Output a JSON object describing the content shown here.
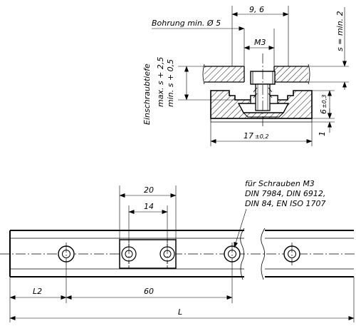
{
  "section_view": {
    "dim_head_width": "9, 6",
    "dim_thread": "M3",
    "bore_label": "Bohrung min. Ø 5",
    "dim_total_width": "17",
    "dim_total_width_tol": "±0,2",
    "dim_s": "s = min. 2",
    "dim_6": "6",
    "dim_6_tol": "±0,3",
    "dim_1": "1",
    "screw_depth_title": "Einschraubtiefe",
    "screw_depth_max": "max. s + 2,5",
    "screw_depth_min": "min. s + 0,5"
  },
  "rail_view": {
    "dim_20": "20",
    "dim_14": "14",
    "dim_60": "60",
    "dim_L2": "L2",
    "dim_L": "L",
    "screw_note": [
      "für Schrauben M3",
      "DIN 7984, DIN 6912,",
      "DIN 84, EN ISO 1707"
    ]
  }
}
